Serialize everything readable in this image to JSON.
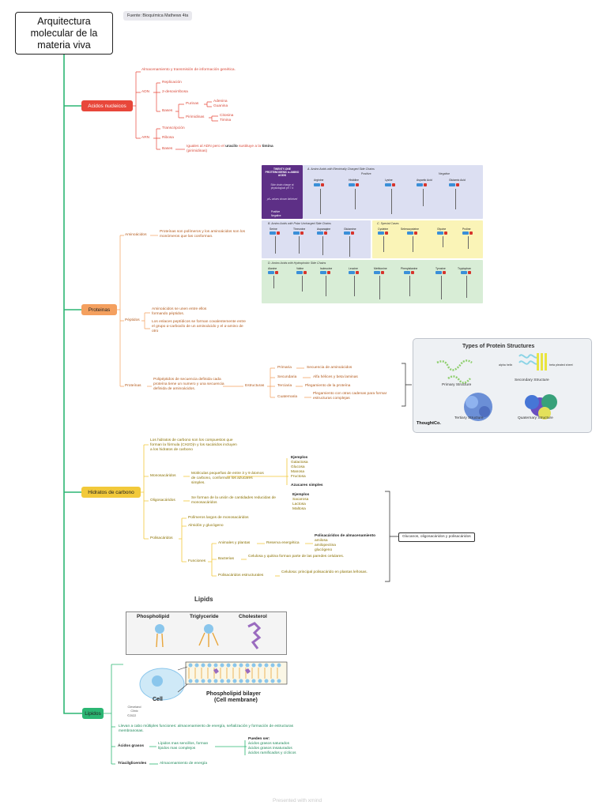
{
  "title": "Arquitectura molecular de la materia viva",
  "source": "Fuente: Bioquímica Mathews 4ta",
  "colors": {
    "acidos": "#e8473a",
    "proteinas": "#f4a05f",
    "hidratos": "#f2c93a",
    "lipidos": "#2bb673",
    "trunk": "#2bb673"
  },
  "acidos": {
    "label": "Acidos nucleicos",
    "intro": "Almacenamiento y transmisión de información genética.",
    "adn": "ADN",
    "adn_items": {
      "replicacion": "Replicación",
      "desoxi": "2-desoxirribosa",
      "bases": "Bases",
      "purinas": "Purinas",
      "adenina": "Adenina",
      "guanina": "Guanina",
      "pirimidinas": "Pirimidinas",
      "citosina": "Citosina",
      "timina": "Timina"
    },
    "arn": "ARN",
    "arn_items": {
      "transcripcion": "Transcripción",
      "ribosa": "Ribosa",
      "bases": "Bases",
      "bases_desc_1": "Iguales al ADN pero el ",
      "uracilo": "uracilo",
      "bases_desc_2": " sustituye a la ",
      "timina": "timina",
      "bases_desc_3": " (pirimidinas)"
    }
  },
  "proteinas": {
    "label": "Proteinas",
    "aminoacidos": "Aminoácidos",
    "aminoacidos_desc": "Proteínas son polímeros y los aminoácidos son los monómeros que las conforman.",
    "peptidos": "Péptidos",
    "peptidos_desc_1": "Aminoácidos se unen entre ellos formando péptidos.",
    "peptidos_desc_2": "Los enlaces peptídicos se forman covalentemente entre el grupo α-carboxilo de un aminoácido y el α-amino de otro",
    "proteinas_node": "Proteínas",
    "proteinas_desc": "Polipéptidos de secuencia definida cada proteína tiene un numero y una secuencia definida de aminoácidos.",
    "estructuras": "Estructuras",
    "niveles": [
      {
        "name": "Primaria",
        "desc": "Secuencia de aminoácidos"
      },
      {
        "name": "Secundaria",
        "desc": "Alfa hélices y beta laminas"
      },
      {
        "name": "Terciaria",
        "desc": "Plegamiento de la proteína"
      },
      {
        "name": "Cuaternaria",
        "desc": "Plegamiento con otras cadenas para formar estructuras complejas"
      }
    ],
    "aa_chart": {
      "legend_title": "TWENTY-ONE PROTEINOGENIC α-AMINO ACIDS",
      "legend_sub": "Side chain charge at physiological pH 7.4",
      "legend_pka": "pKₐ values shown italicised",
      "legend_positive": "Positive",
      "legend_negative": "Negative",
      "sec_a": "A. Amino Acids with Electrically Charged Side Chains",
      "positive": "Positive",
      "negative": "Negative",
      "a_items": [
        "Arginine",
        "Histidine",
        "Lysine",
        "Aspartic Acid",
        "Glutamic Acid"
      ],
      "sec_b": "B. Amino Acids with Polar Uncharged Side Chains",
      "b_items": [
        "Serine",
        "Threonine",
        "Asparagine",
        "Glutamine"
      ],
      "sec_c": "C. Special Cases",
      "c_items": [
        "Cysteine",
        "Selenocysteine",
        "Glycine",
        "Proline"
      ],
      "sec_d": "D. Amino Acids with Hydrophobic Side Chains",
      "d_items": [
        "Alanine",
        "Valine",
        "Isoleucine",
        "Leucine",
        "Methionine",
        "Phenylalanine",
        "Tyrosine",
        "Tryptophan"
      ]
    },
    "struct_card": {
      "title": "Types of Protein Structures",
      "primary": "Primary Structure",
      "secondary": "Secondary Structure",
      "tertiary": "Tertiary Structure",
      "quaternary": "Quaternary Structure",
      "alpha": "alpha helix",
      "beta": "beta pleated sheet",
      "brand": "ThoughtCo."
    }
  },
  "hidratos": {
    "label": "Hidratos de carbono",
    "intro": "Los hidratos de carbono son los compuestos que forman la fórmula (CH2O)n y los sacáridos incluyen a los hidratos de carbono",
    "mono": "Monosacáridos",
    "mono_desc": "Moléculas pequeñas de entre 3 y 9 átomos de carbono, conforman los azucares simples.",
    "mono_ej_title": "Ejemplos",
    "mono_ej": [
      "Galactosa",
      "Glucosa",
      "Manosa",
      "Fructosa"
    ],
    "azucares": "Azucares simples",
    "oligo": "Oligosacáridos",
    "oligo_desc": "Se forman de la unión de cantidades reducidas de monosacáridos",
    "oligo_ej_title": "Ejemplos",
    "oligo_ej": [
      "Sacarosa",
      "Lactosa",
      "Maltosa"
    ],
    "poli": "Polisacáridos",
    "poli_1": "Polímeros largos de monosacáridos",
    "poli_2": "Almidón y glucógeno",
    "funciones": "Funciones",
    "f1": "Animales y plantas",
    "f1_desc": "Reserva energética",
    "f1_title": "Polisacáridos de almacenamiento",
    "f1_items": [
      "amilosa",
      "amilopectina",
      "glucógeno"
    ],
    "f2": "Bacterias",
    "f2_desc": "Celulosa y quitina forman parte de las paredes celulares.",
    "f3": "Polisacáridos estructurales",
    "f3_desc": "Celulosa: principal polisacárido en plantas leñosas.",
    "summary": "Glucanos, oligosacáridos y polisacáridos"
  },
  "lipidos_img": {
    "title": "Lipids",
    "phospholipid": "Phospholipid",
    "triglyceride": "Triglyceride",
    "cholesterol": "Cholesterol",
    "cell": "Cell",
    "bilayer_1": "Phospholipid bilayer",
    "bilayer_2": "(Cell membrane)",
    "clinic": "Cleveland Clinic",
    "year": "©2022"
  },
  "lipidos": {
    "label": "Lipidos",
    "intro": "Llevan a cabo múltiples funciones: almacenamiento de energía, señalización y formación de estructuras membranosas.",
    "acidos_grasos": "Ácidos grasos",
    "ag_desc": "Lípidos mas sencillos, forman lípidos mas complejos",
    "ag_title": "Pueden ser:",
    "ag_items": [
      "ácidos grasos saturados",
      "ácidos grasos insaturados",
      "ácidos ramificados y cíclicos"
    ],
    "triacil": "Triacilgliceroles",
    "triacil_desc": "Almacenamiento de energía"
  },
  "footer": "Presented with xmind"
}
